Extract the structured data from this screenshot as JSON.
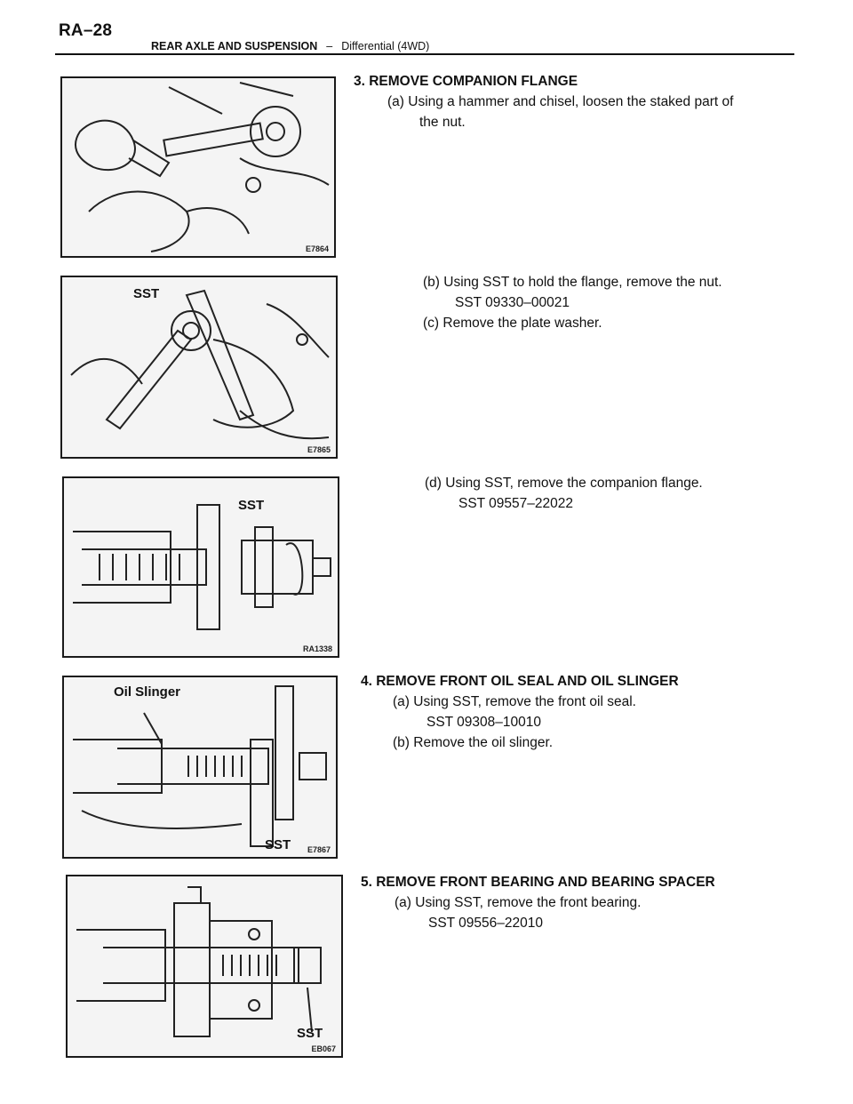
{
  "header": {
    "page_number": "RA–28",
    "section": "REAR AXLE AND SUSPENSION",
    "separator": "–",
    "subsection": "Differential (4WD)"
  },
  "figures": [
    {
      "code": "E7864",
      "labels": []
    },
    {
      "code": "E7865",
      "labels": [
        "SST"
      ]
    },
    {
      "code": "RA1338",
      "labels": [
        "SST"
      ]
    },
    {
      "code": "E7867",
      "labels": [
        "Oil Slinger",
        "SST"
      ]
    },
    {
      "code": "EB067",
      "labels": [
        "SST"
      ]
    }
  ],
  "steps": {
    "s3": {
      "heading": "3. REMOVE COMPANION FLANGE",
      "a_line1": "(a) Using a hammer and chisel, loosen the staked part of",
      "a_line2": "the nut.",
      "b": "(b) Using SST to hold the flange, remove the nut.",
      "b_sst": "SST  09330–00021",
      "c": "(c) Remove the plate washer.",
      "d": "(d) Using SST, remove the companion flange.",
      "d_sst": "SST  09557–22022"
    },
    "s4": {
      "heading": "4. REMOVE FRONT OIL SEAL AND OIL SLINGER",
      "a": "(a) Using SST, remove the front oil seal.",
      "a_sst": "SST  09308–10010",
      "b": "(b) Remove the oil slinger."
    },
    "s5": {
      "heading": "5. REMOVE FRONT BEARING AND BEARING SPACER",
      "a": "(a) Using SST, remove the front bearing.",
      "a_sst": "SST  09556–22010"
    }
  },
  "colors": {
    "ink": "#111111",
    "figure_bg": "#f4f4f4"
  }
}
